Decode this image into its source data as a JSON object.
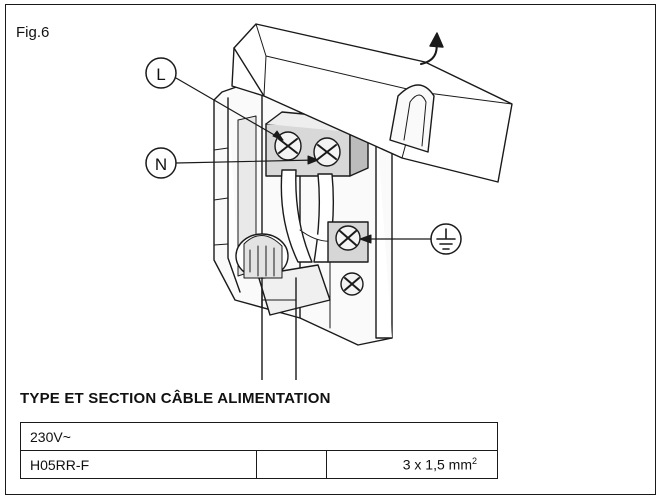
{
  "figure": {
    "label": "Fig.6"
  },
  "callouts": {
    "live": "L",
    "neutral": "N",
    "earth_symbol": "earth-ground-symbol"
  },
  "cable_spec": {
    "title": "TYPE ET SECTION CÂBLE ALIMENTATION",
    "voltage": "230V~",
    "cable_type": "H05RR-F",
    "empty_cell": "",
    "section_value": "3 x 1,5 mm",
    "section_exponent": "2"
  }
}
